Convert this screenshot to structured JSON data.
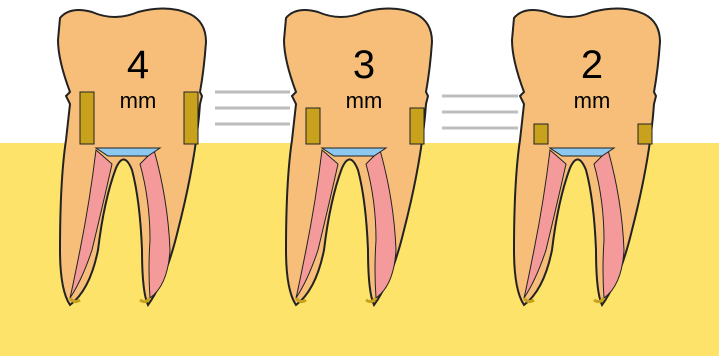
{
  "teeth": [
    {
      "value": "4",
      "unit": "mm"
    },
    {
      "value": "3",
      "unit": "mm"
    },
    {
      "value": "2",
      "unit": "mm"
    }
  ],
  "colors": {
    "background": "#ffffff",
    "bone": "#fde36a",
    "tooth": "#f6be78",
    "pulp": "#f59a9a",
    "apex": "#c9a21d",
    "enamel_junction": "#8cc8f0",
    "outline": "#222222",
    "connector_lines": "#bdbdbd"
  }
}
